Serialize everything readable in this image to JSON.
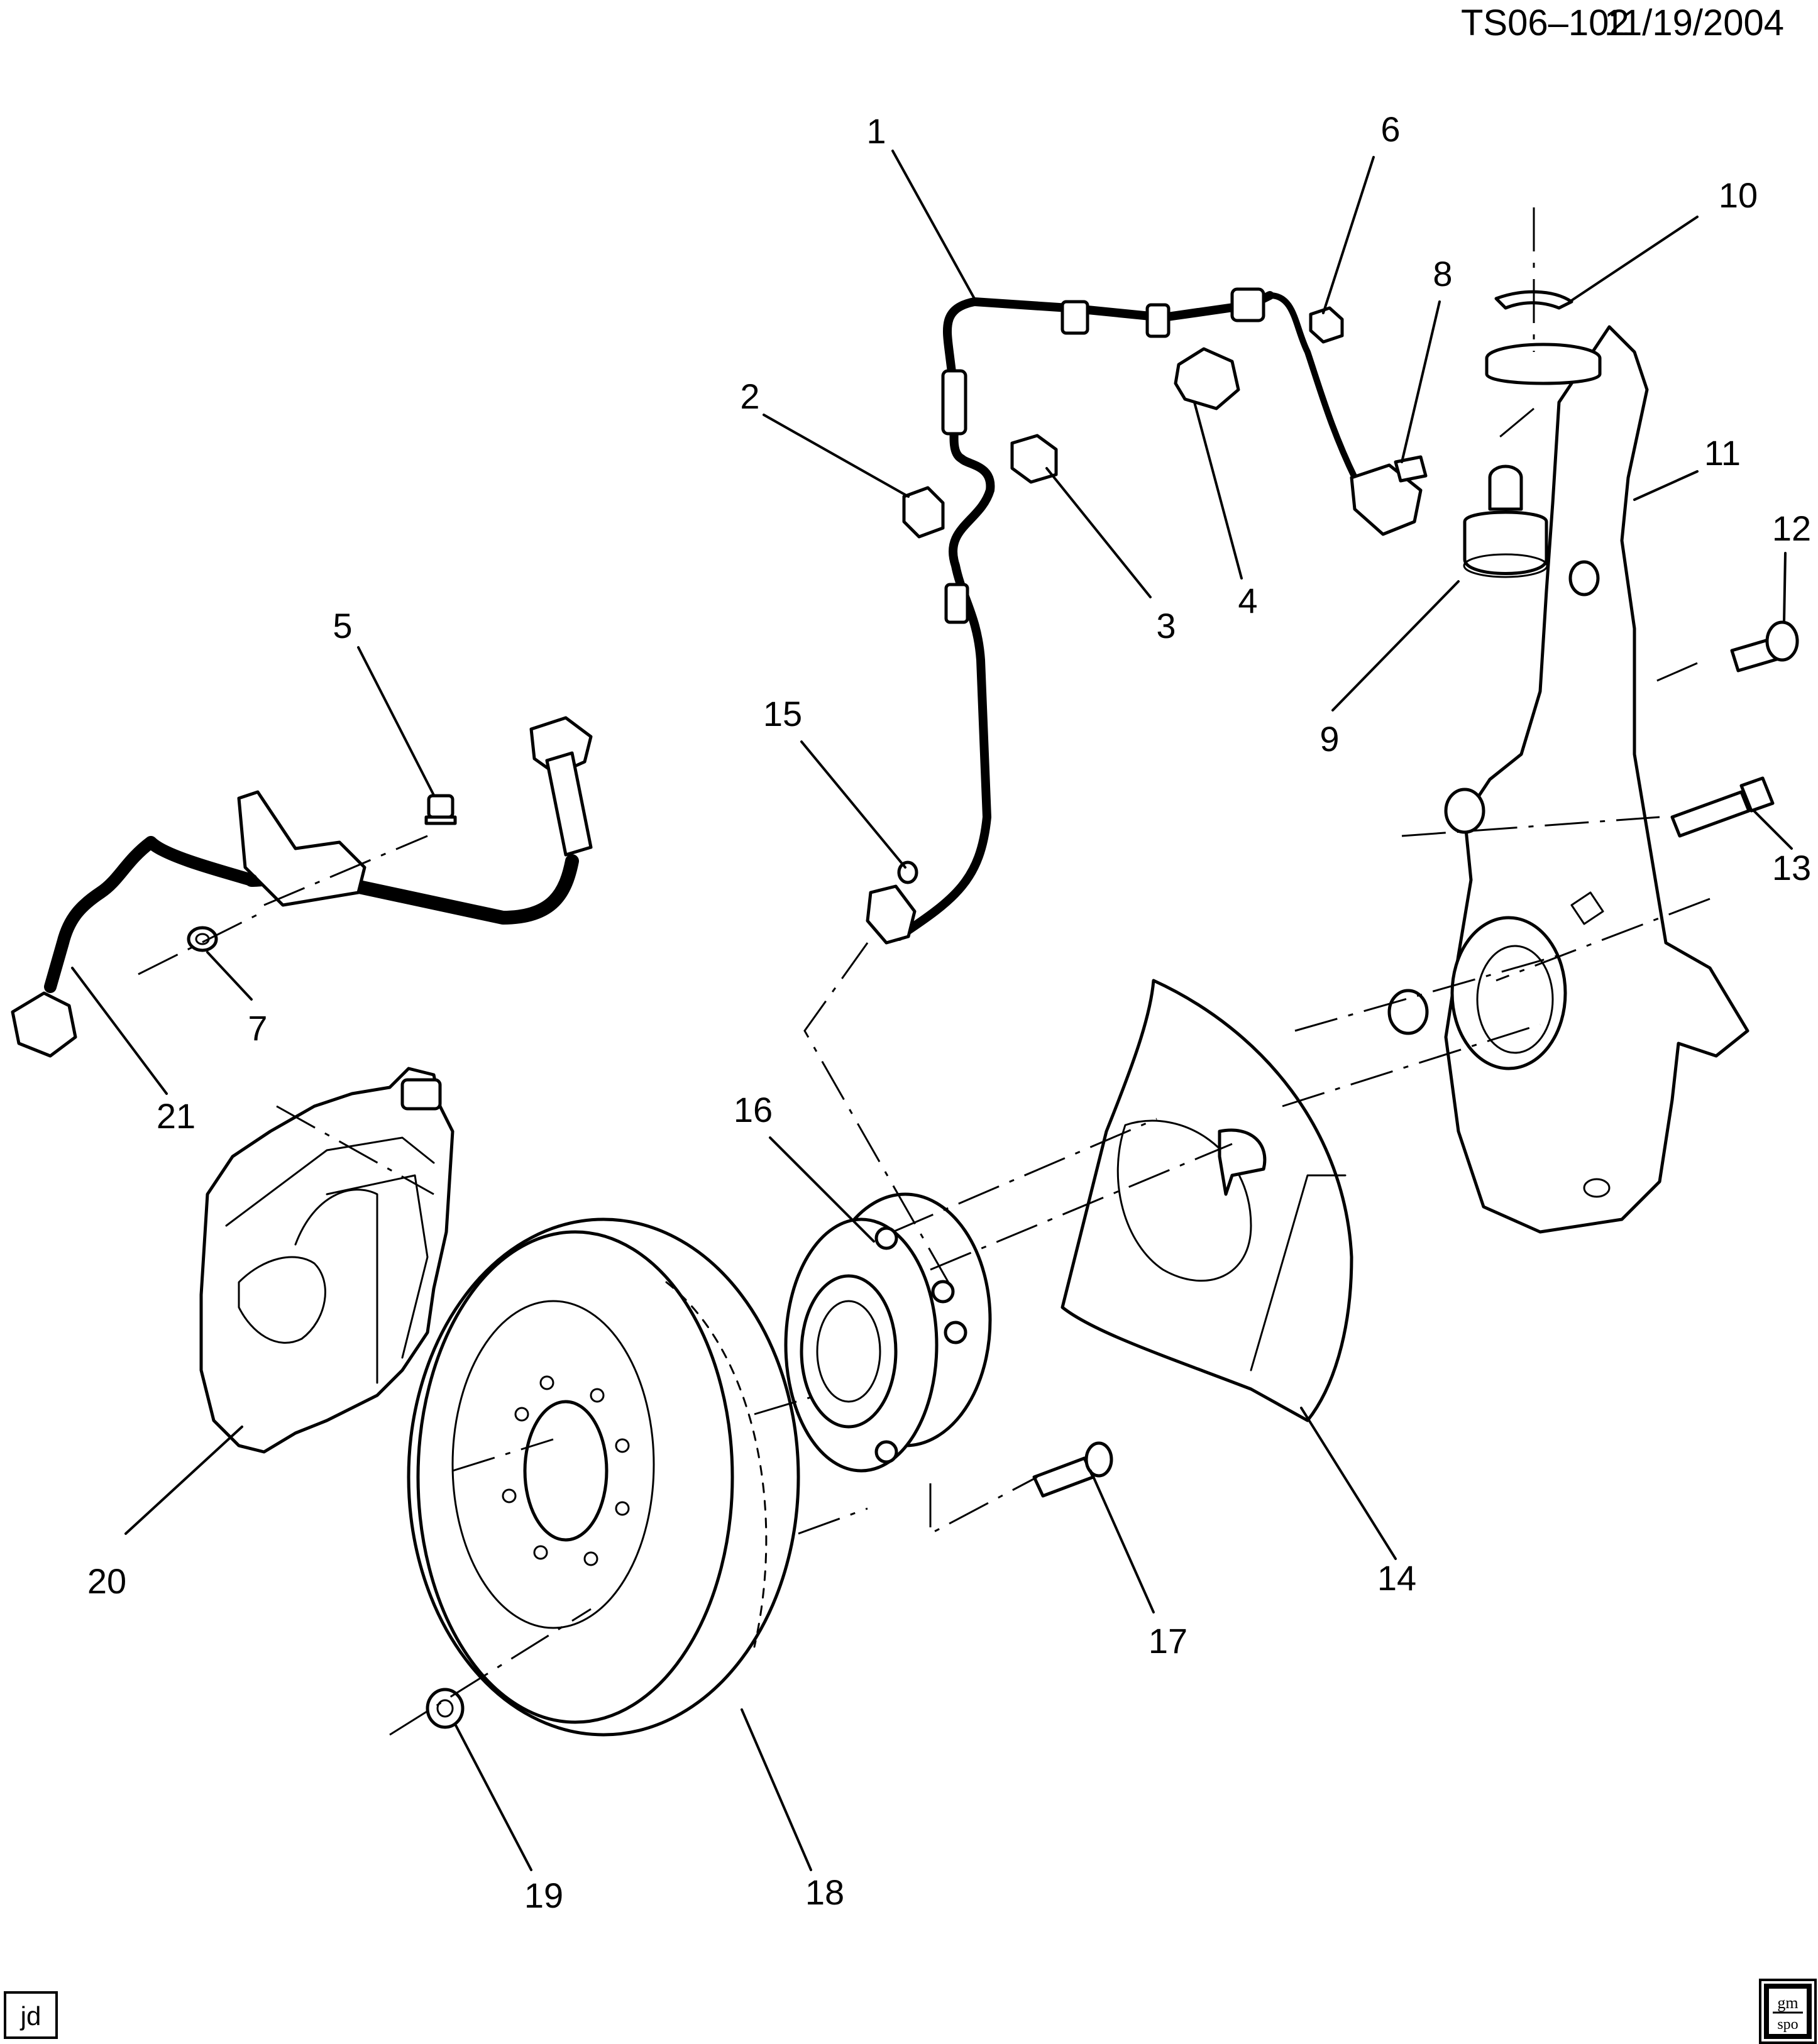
{
  "header": {
    "drawing_number": "TS06–102",
    "date": "11/19/2004"
  },
  "callouts": [
    "1",
    "2",
    "3",
    "4",
    "5",
    "6",
    "7",
    "8",
    "9",
    "10",
    "11",
    "12",
    "13",
    "14",
    "15",
    "16",
    "17",
    "18",
    "19",
    "20",
    "21"
  ],
  "footer": {
    "drafter_initials": "jd",
    "logo_top": "gm",
    "logo_bottom": "spo"
  }
}
